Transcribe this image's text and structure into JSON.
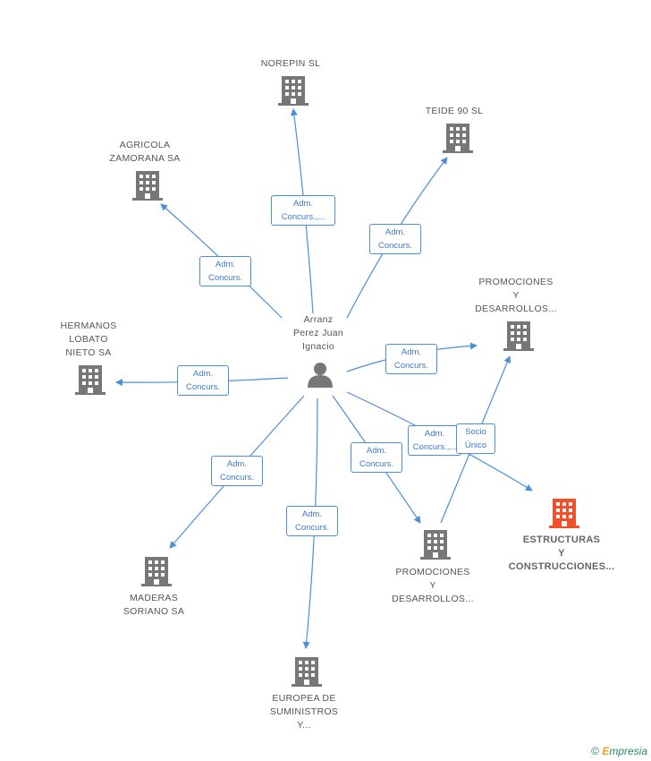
{
  "center": {
    "name_lines": [
      "Arranz",
      "Perez Juan",
      "Ignacio"
    ]
  },
  "companies": [
    {
      "id": "norepin",
      "lines": [
        "NOREPIN SL"
      ]
    },
    {
      "id": "teide",
      "lines": [
        "TEIDE 90 SL"
      ]
    },
    {
      "id": "agricola",
      "lines": [
        "AGRICOLA",
        "ZAMORANA SA"
      ]
    },
    {
      "id": "promo_top",
      "lines": [
        "PROMOCIONES",
        "Y",
        "DESARROLLOS..."
      ]
    },
    {
      "id": "hermanos",
      "lines": [
        "HERMANOS",
        "LOBATO",
        "NIETO SA"
      ]
    },
    {
      "id": "estructuras",
      "lines": [
        "ESTRUCTURAS",
        "Y",
        "CONSTRUCCIONES..."
      ],
      "highlight": true
    },
    {
      "id": "promo_bot",
      "lines": [
        "PROMOCIONES",
        "Y",
        "DESARROLLOS..."
      ]
    },
    {
      "id": "maderas",
      "lines": [
        "MADERAS",
        "SORIANO SA"
      ]
    },
    {
      "id": "europea",
      "lines": [
        "EUROPEA DE",
        "SUMINISTROS",
        "Y..."
      ]
    }
  ],
  "relations": [
    {
      "to": "norepin",
      "lines": [
        "Adm.",
        "Concurs.,..."
      ]
    },
    {
      "to": "teide",
      "lines": [
        "Adm.",
        "Concurs."
      ]
    },
    {
      "to": "agricola",
      "lines": [
        "Adm.",
        "Concurs."
      ]
    },
    {
      "to": "promo_top",
      "lines": [
        "Adm.",
        "Concurs."
      ]
    },
    {
      "to": "hermanos",
      "lines": [
        "Adm.",
        "Concurs."
      ]
    },
    {
      "to": "estructuras",
      "lines": [
        "Adm.",
        "Concurs.,..."
      ]
    },
    {
      "to": "promo_bot",
      "lines": [
        "Adm.",
        "Concurs."
      ]
    },
    {
      "to": "maderas",
      "lines": [
        "Adm.",
        "Concurs."
      ]
    },
    {
      "to": "europea",
      "lines": [
        "Adm.",
        "Concurs."
      ]
    },
    {
      "to": "socio",
      "lines": [
        "Socio",
        "Único"
      ]
    }
  ],
  "colors": {
    "edge": "#4a8fd8",
    "building": "#777777",
    "highlight": "#f0502a",
    "person": "#777777"
  },
  "footer": {
    "copyright": "©",
    "brand_e": "E",
    "brand_rest": "mpresia"
  }
}
